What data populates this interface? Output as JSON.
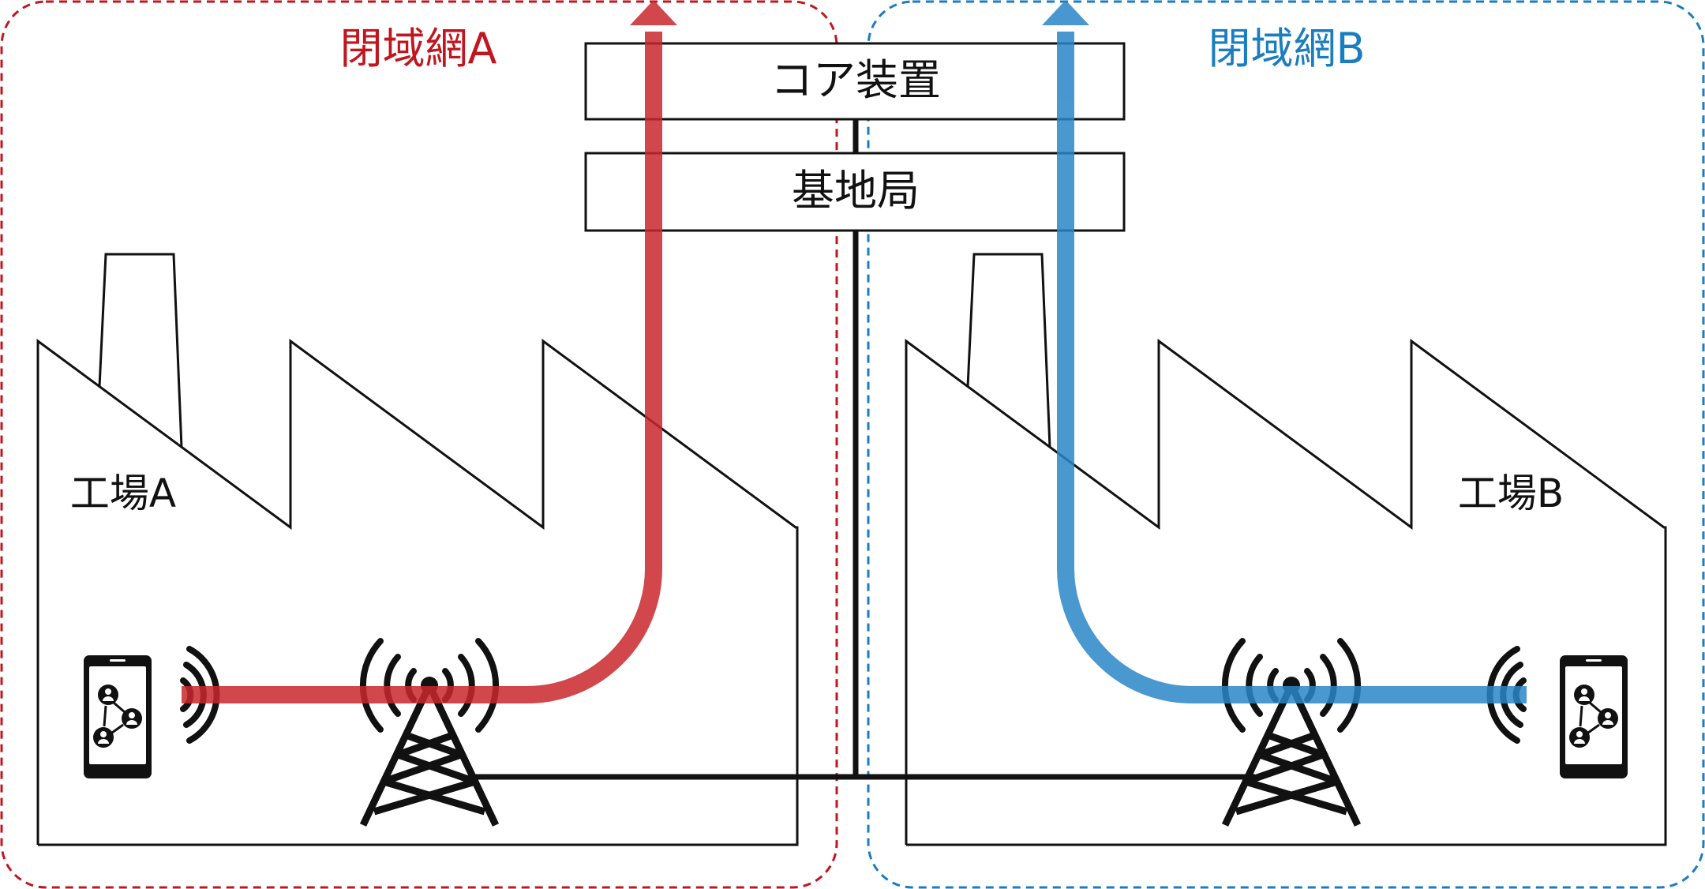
{
  "networks": {
    "a": {
      "label": "閉域網A",
      "color": "#c0161f"
    },
    "b": {
      "label": "閉域網B",
      "color": "#1a7dc0"
    }
  },
  "devices": {
    "core": {
      "label": "コア装置"
    },
    "base_station": {
      "label": "基地局"
    }
  },
  "factories": {
    "a": {
      "label": "工場A"
    },
    "b": {
      "label": "工場B"
    }
  },
  "icons": {
    "phone": "smartphone-network-icon",
    "tower": "cell-tower-icon",
    "signal": "wireless-signal-icon"
  },
  "paths": {
    "a_color": "#d04a4e",
    "b_color": "#4a9ad4"
  }
}
